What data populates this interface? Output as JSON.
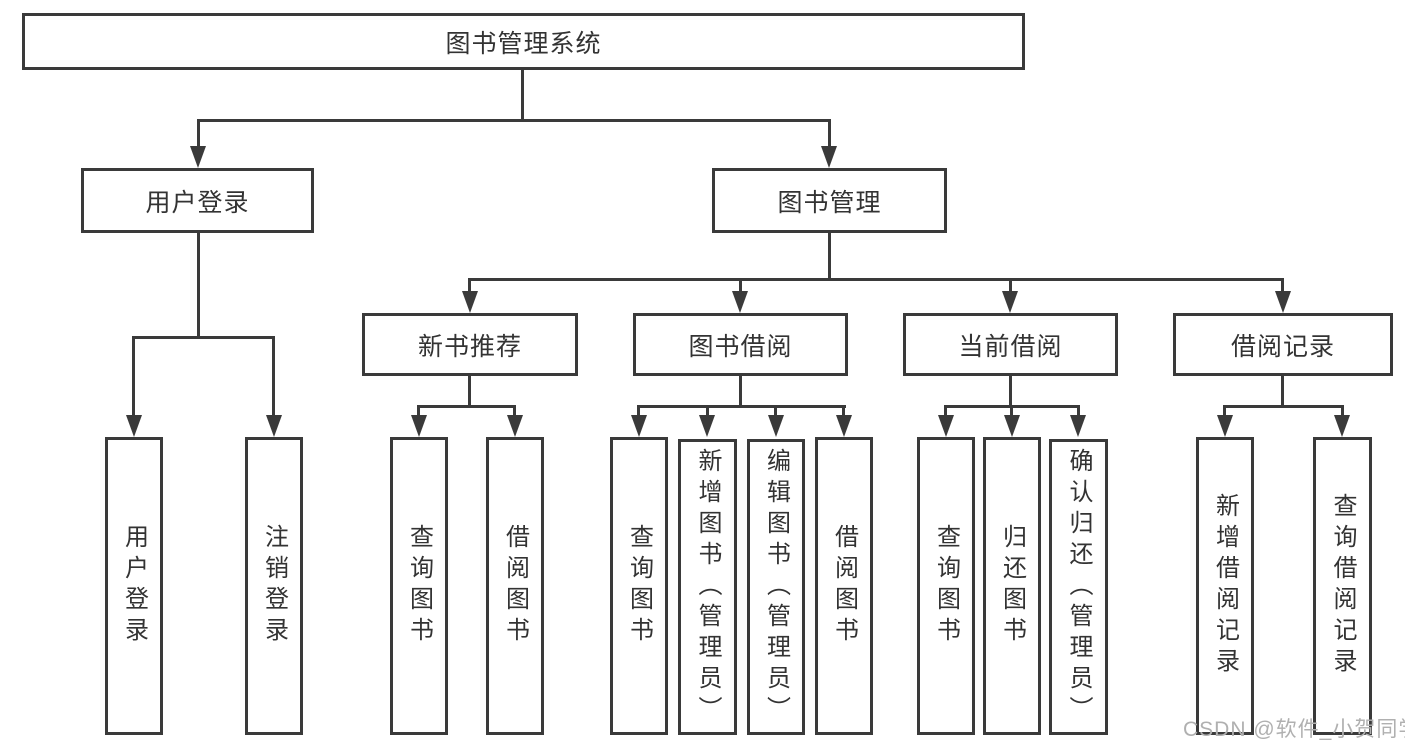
{
  "diagram": {
    "root": {
      "label": "图书管理系统"
    },
    "branches": [
      {
        "label": "用户登录",
        "children": [
          {
            "label": "用户登录"
          },
          {
            "label": "注销登录"
          }
        ]
      },
      {
        "label": "图书管理",
        "children": [
          {
            "label": "新书推荐",
            "children": [
              {
                "label": "查询图书"
              },
              {
                "label": "借阅图书"
              }
            ]
          },
          {
            "label": "图书借阅",
            "children": [
              {
                "label": "查询图书"
              },
              {
                "label": "新增图书（管理员）"
              },
              {
                "label": "编辑图书（管理员）"
              },
              {
                "label": "借阅图书"
              }
            ]
          },
          {
            "label": "当前借阅",
            "children": [
              {
                "label": "查询图书"
              },
              {
                "label": "归还图书"
              },
              {
                "label": "确认归还（管理员）"
              }
            ]
          },
          {
            "label": "借阅记录",
            "children": [
              {
                "label": "新增借阅记录"
              },
              {
                "label": "查询借阅记录"
              }
            ]
          }
        ]
      }
    ]
  },
  "watermark": {
    "text": "CSDN @软件_小贺同学"
  },
  "colors": {
    "line": "#3a3a3a",
    "box_border": "#3a3a3a",
    "text": "#333333",
    "watermark": "#b0b0b0",
    "background": "#ffffff"
  }
}
